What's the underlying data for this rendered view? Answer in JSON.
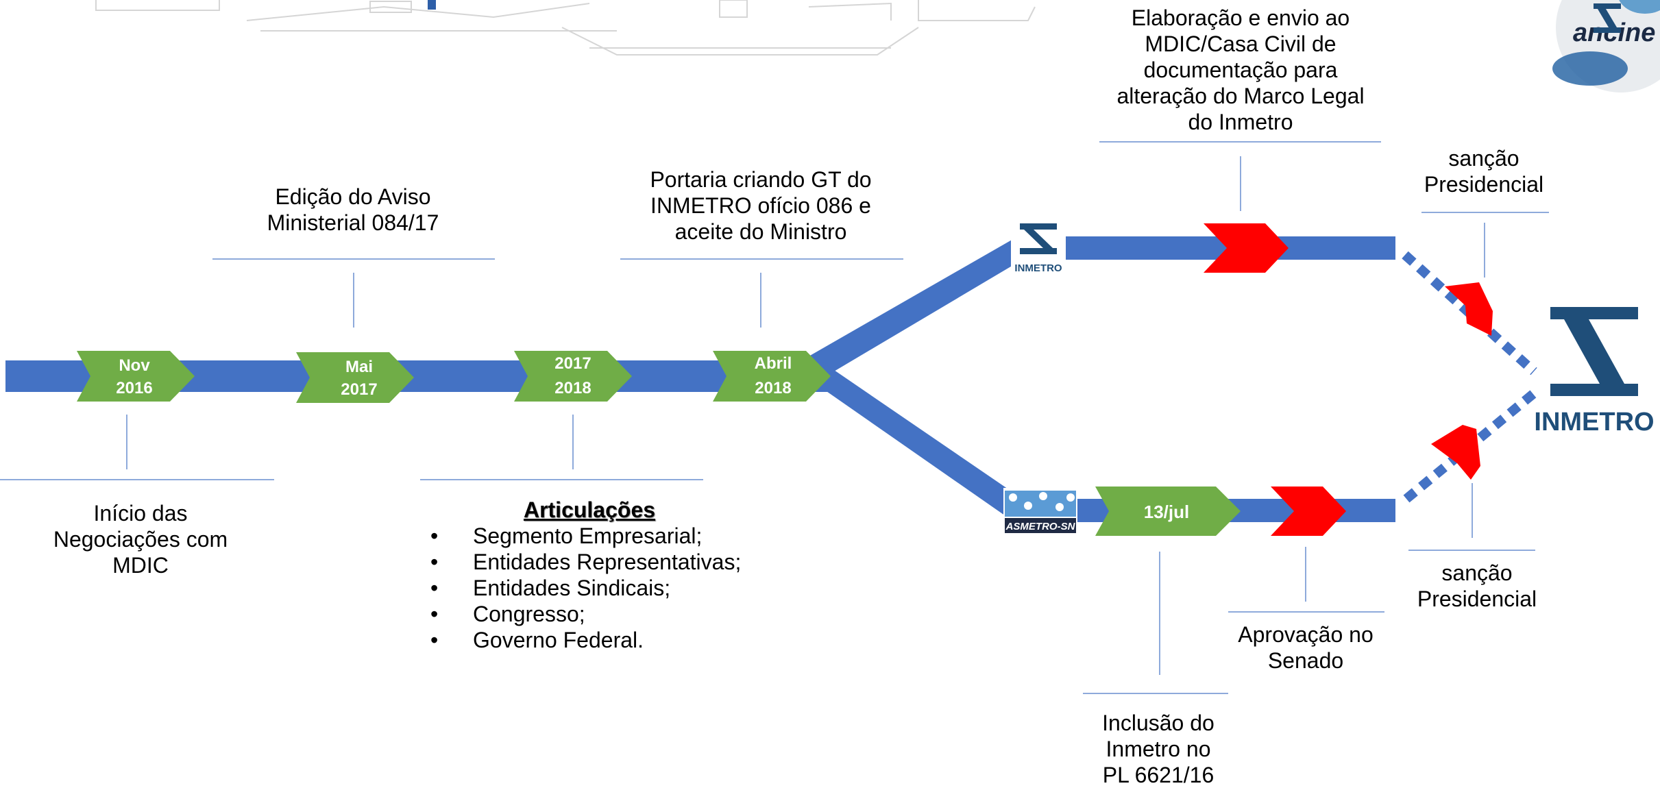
{
  "colors": {
    "line_blue": "#4472c4",
    "thin_rule": "#8eaadb",
    "milestone_green": "#70ad47",
    "arrow_red": "#ff0000",
    "inmetro_navy": "#1f4e79",
    "asmetro_blue": "#2e75b6"
  },
  "milestones": [
    {
      "line1": "Nov",
      "line2": "2016"
    },
    {
      "line1": "Mai",
      "line2": "2017"
    },
    {
      "line1": "2017",
      "line2": "2018"
    },
    {
      "line1": "Abril",
      "line2": "2018"
    },
    {
      "line1": "13/jul",
      "line2": ""
    }
  ],
  "labels": {
    "inicio": "Início das\nNegociações com\nMDIC",
    "edicao": "Edição do Aviso\nMinisterial 084/17",
    "portaria": "Portaria criando GT do\nINMETRO ofício 086 e\naceite do Ministro",
    "elaboracao": "Elaboração e envio ao\nMDIC/Casa Civil de\ndocumentação  para\nalteração do Marco Legal\ndo Inmetro",
    "sancao_top": "sanção\nPresidencial",
    "sancao_bottom": "sanção\nPresidencial",
    "aprovacao": "Aprovação no\nSenado",
    "inclusao": "Inclusão do\nInmetro no\nPL 6621/16"
  },
  "articulacoes": {
    "title": "Articulações",
    "items": [
      "Segmento Empresarial;",
      "Entidades Representativas;",
      "Entidades Sindicais;",
      "Congresso;",
      "Governo Federal."
    ]
  },
  "logos": {
    "inmetro_small": "INMETRO",
    "asmetro": "ASMETRO-SN",
    "inmetro_big": "INMETRO",
    "ancine": "ancine"
  }
}
